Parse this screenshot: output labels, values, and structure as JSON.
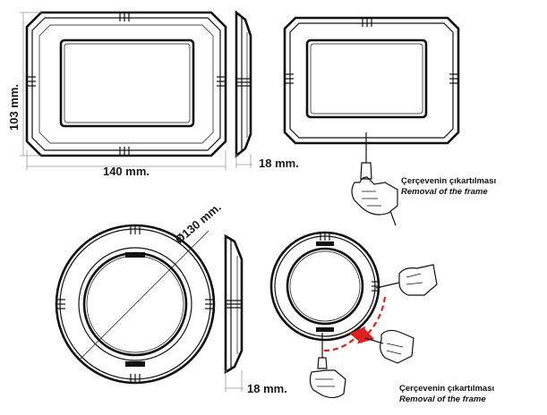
{
  "rect_lamp": {
    "height_label": "103 mm.",
    "width_label": "140 mm.",
    "depth_label": "18 mm."
  },
  "round_lamp": {
    "diameter_label": "Ø130 mm.",
    "depth_label": "18 mm."
  },
  "captions": [
    {
      "tr": "Çerçevenin çıkartılması",
      "en": "Removal of the frame"
    },
    {
      "tr": "Çerçevenin çıkartılması",
      "en": "Removal of the frame"
    }
  ],
  "colors": {
    "line": "#111111",
    "arrow": "#e02020",
    "background": "#ffffff"
  }
}
